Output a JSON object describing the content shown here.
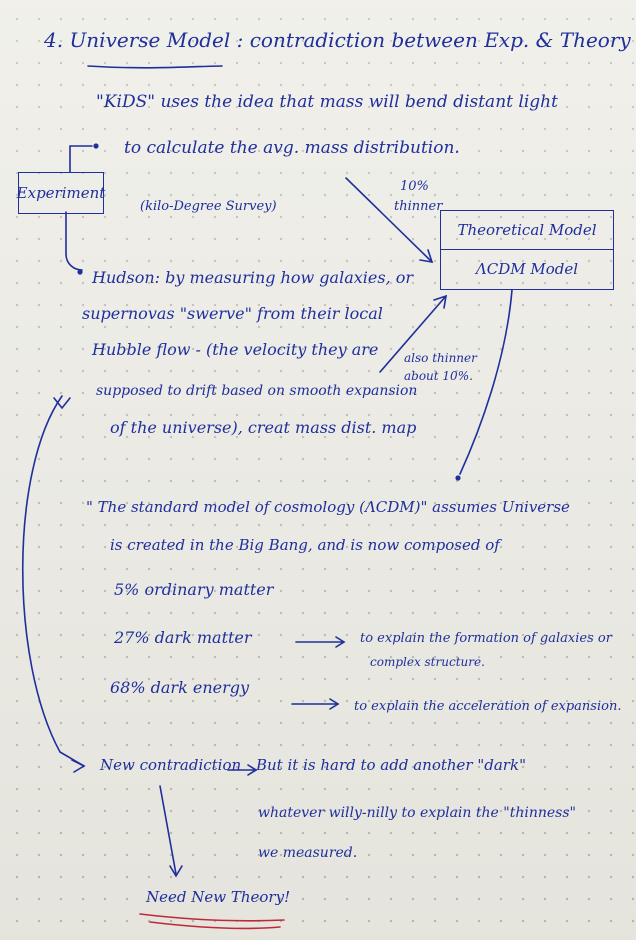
{
  "note": {
    "title": "4. Universe Model : contradiction between Exp. & Theory",
    "kids_line1": "\"KiDS\" uses the idea that mass will bend distant light",
    "kids_line2": "to calculate the avg. mass distribution.",
    "experiment_box": "Experiment",
    "kids_expansion": "(kilo-Degree Survey)",
    "thinner_top_pct": "10%",
    "thinner_top_word": "thinner",
    "theoretical_model": "Theoretical Model",
    "lcdm_model": "ΛCDM Model",
    "hudson_line1": "Hudson: by measuring how galaxies, or",
    "hudson_line2": "supernovas \"swerve\" from their local",
    "hudson_line3": "Hubble flow - (the velocity they are",
    "hudson_line4": "supposed to drift based on smooth expansion",
    "hudson_line5": "of the universe), creat mass dist. map",
    "also_thinner_line1": "also thinner",
    "also_thinner_line2": "about 10%.",
    "standard_line1": "\" The standard model of cosmology (ΛCDM)\" assumes Universe",
    "standard_line2": "is created in the Big Bang, and is now composed of",
    "ordinary": "5% ordinary matter",
    "dark_matter": "27% dark matter",
    "dark_matter_expl1": "to explain the formation of galaxies or",
    "dark_matter_expl2": "complex structure.",
    "dark_energy": "68% dark energy",
    "dark_energy_expl": "to explain the acceleration of expansion.",
    "new_contradiction": "New contradiction",
    "but_line1": "But it is hard to add another \"dark\"",
    "but_line2": "whatever willy-nilly to explain the \"thinness\"",
    "but_line3": "we measured.",
    "need_new_theory": "Need New Theory!"
  }
}
